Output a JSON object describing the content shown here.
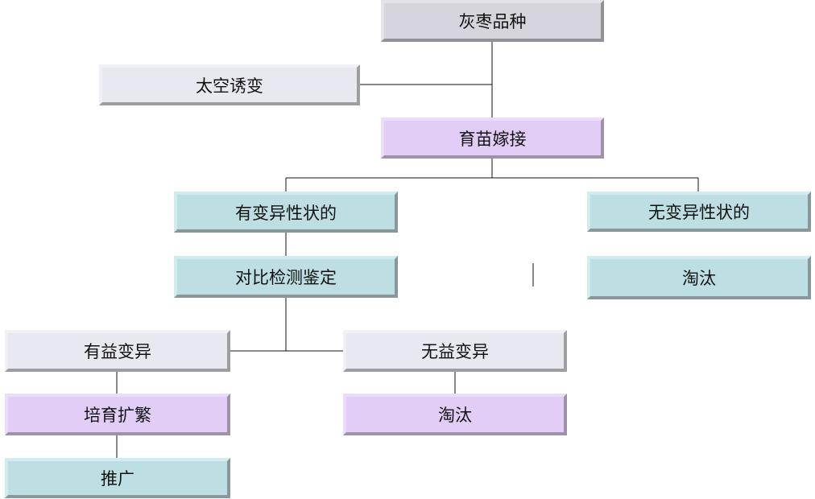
{
  "nodes": {
    "variety": "灰枣品种",
    "space_mutation": "太空诱变",
    "seedling_grafting": "育苗嫁接",
    "with_variation": "有变异性状的",
    "without_variation": "无变异性状的",
    "comparison_test": "对比检测鉴定",
    "eliminate_right": "淘汰",
    "beneficial_variation": "有益变异",
    "useless_variation": "无益变异",
    "cultivate_expand": "培育扩繁",
    "eliminate_bottom": "淘汰",
    "promote": "推广"
  }
}
